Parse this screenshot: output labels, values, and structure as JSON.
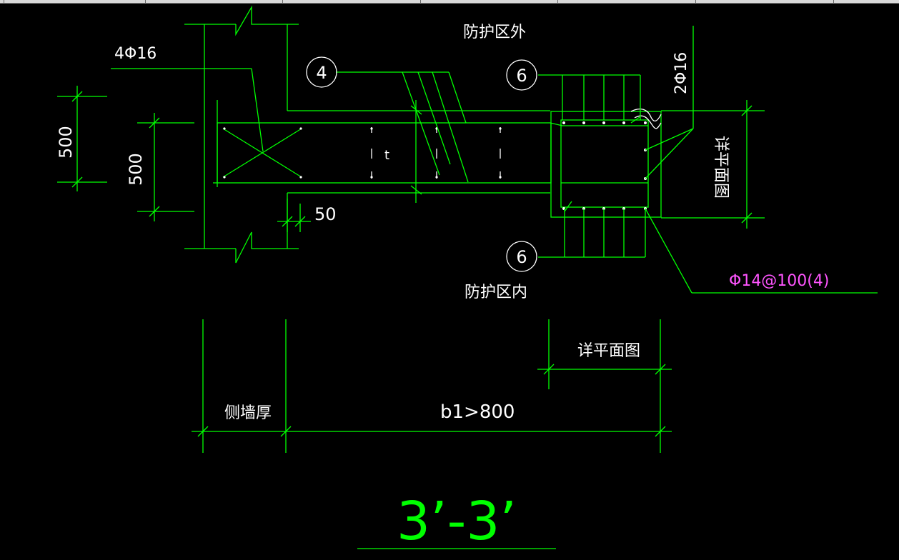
{
  "drawing": {
    "title": "3’-3’",
    "zone_outside": "防护区外",
    "zone_inside": "防护区内",
    "rebar_main": "4Φ16",
    "rebar_side": "2Φ16",
    "stirrup_callout": "Φ14@100(4)",
    "see_plan": "详平面图",
    "see_plan_vertical": "详平面图",
    "dim_outer": "500",
    "dim_inner": "500",
    "dim_cover": "50",
    "wall_thickness": "侧墙厚",
    "span_condition": "b1>800",
    "thickness_symbol": "t",
    "bubble_top_left": "4",
    "bubble_top_right": "6",
    "bubble_bottom": "6"
  },
  "colors": {
    "background": "#000000",
    "linework": "#00ff00",
    "text": "#ffffff",
    "callout": "#ff55ff"
  }
}
